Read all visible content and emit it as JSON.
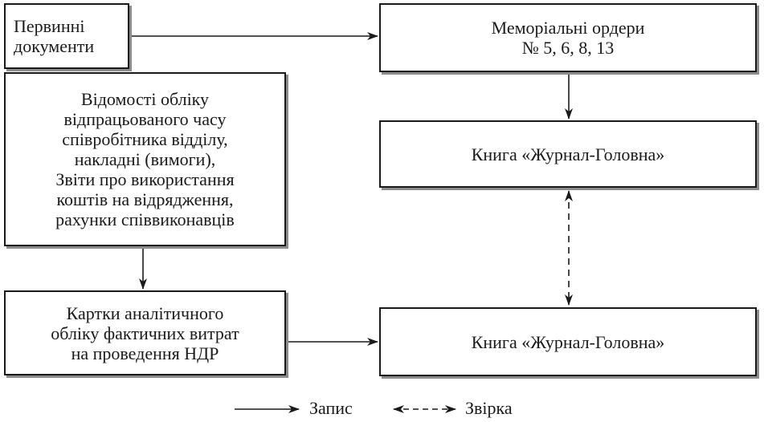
{
  "boxes": {
    "primary_documents": "Первинні\nдокументи",
    "time_records": "Відомості обліку\nвідпрацьованого часу\nспівробітника відділу,\nнакладні (вимоги),\nЗвіти про використання\nкоштів на відрядження,\nрахунки співвиконавців",
    "analytic_cards": "Картки аналітичного\nобліку фактичних витрат\nна проведення НДР",
    "memorial_orders": "Меморіальні ордери\n№ 5, 6, 8, 13",
    "journal_top": "Книга «Журнал-Головна»",
    "journal_bottom": "Книга «Журнал-Головна»"
  },
  "legend": {
    "record": "Запис",
    "check": "Звірка"
  }
}
